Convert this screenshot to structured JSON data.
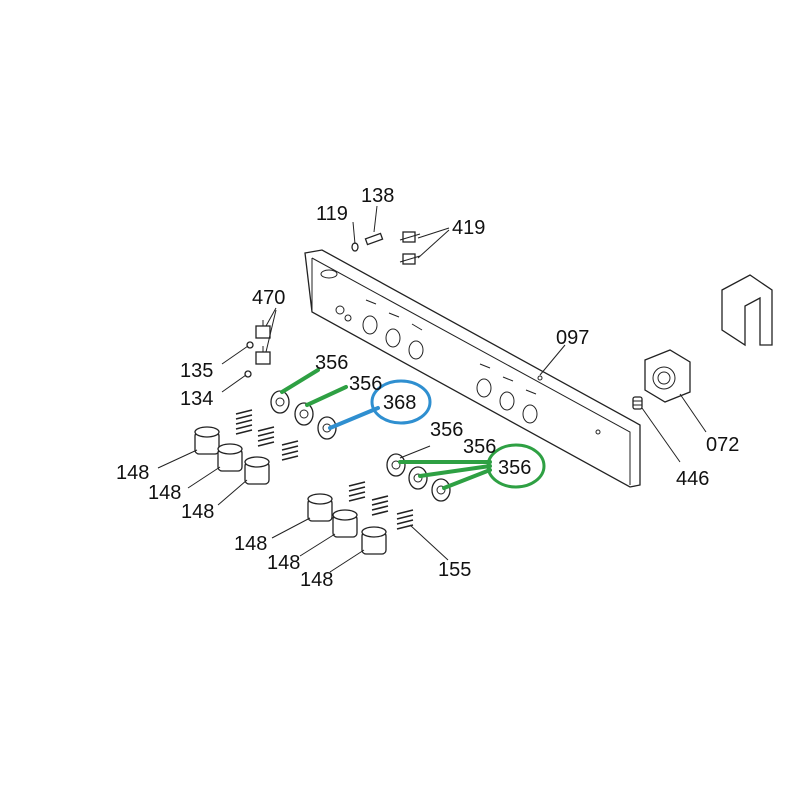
{
  "labels": {
    "p119": "119",
    "p138": "138",
    "p419": "419",
    "p470": "470",
    "p135": "135",
    "p134": "134",
    "p097": "097",
    "p072": "072",
    "p446": "446",
    "p155": "155",
    "p368": "368",
    "p356a": "356",
    "p356b": "356",
    "p356c": "356",
    "p356d": "356",
    "p356e": "356",
    "p148a": "148",
    "p148b": "148",
    "p148c": "148",
    "p148d": "148",
    "p148e": "148",
    "p148f": "148"
  },
  "highlight_colors": {
    "green": "#2ea043",
    "blue": "#2f8fd0"
  }
}
